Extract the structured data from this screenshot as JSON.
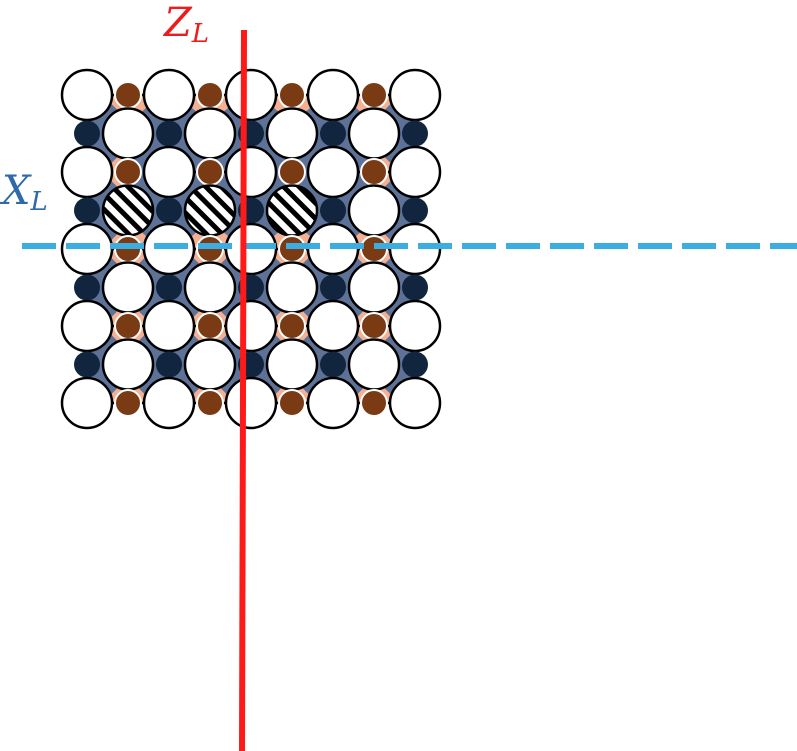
{
  "labels": {
    "z_main": "Z",
    "z_sub": "L",
    "x_main": "X",
    "x_sub": "L"
  },
  "colors": {
    "data_qubit_fill": "#ffffff",
    "data_qubit_stroke": "#000000",
    "x_stabilizer_fill": "#f3b092",
    "x_ancilla": "#7a3a14",
    "z_stabilizer_fill": "#5e7196",
    "z_ancilla": "#12253f",
    "logical_z_line": "#ff1a1a",
    "logical_x_line": "#3aaee0",
    "x_label": "#2e6aa8",
    "z_label": "#ee1b1b"
  },
  "lattice": {
    "data_rows": 5,
    "data_cols": 5,
    "ancilla_rows": 4,
    "ancilla_cols": 4,
    "hatched_qubits": [
      [
        1,
        1
      ],
      [
        1,
        2
      ],
      [
        1,
        3
      ]
    ],
    "merged_row": 1
  }
}
